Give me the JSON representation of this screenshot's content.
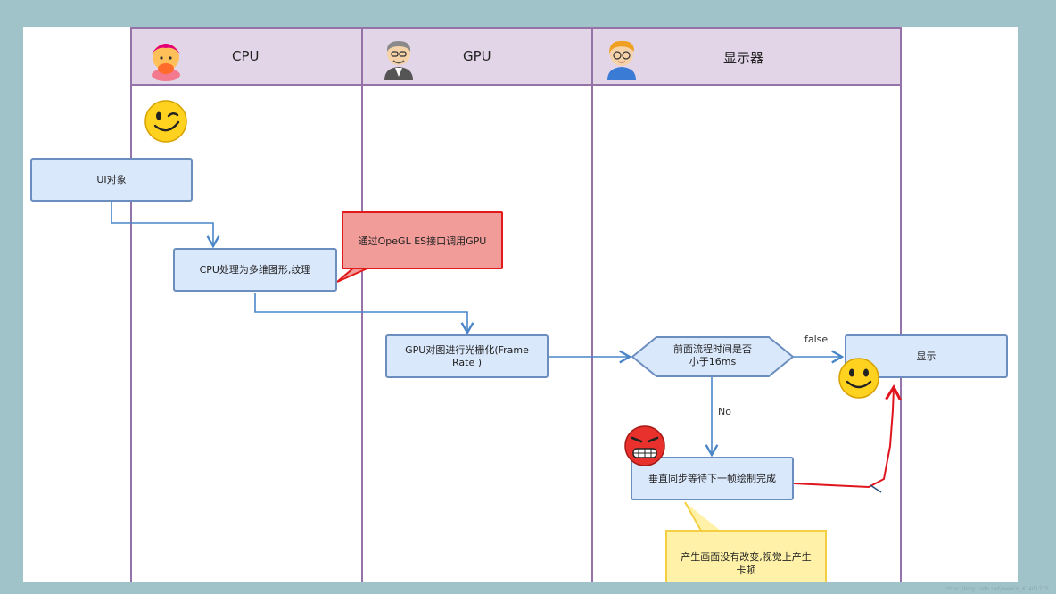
{
  "lanes": [
    {
      "title": "CPU"
    },
    {
      "title": "GPU"
    },
    {
      "title": "显示器"
    }
  ],
  "nodes": {
    "ui_object": "UI对象",
    "cpu_process": "CPU处理为多维图形,纹理",
    "gpu_callout": "通过OpeGL ES接口调用GPU",
    "gpu_raster": "GPU对图进行光栅化(Frame Rate )",
    "decision_line1": "前面流程时间是否",
    "decision_line2": "小于16ms",
    "display": "显示",
    "vsync_wait": "垂直同步等待下一帧绘制完成",
    "stutter_line1": "产生画面没有改变,视觉上产生",
    "stutter_line2": "卡顿"
  },
  "edge_labels": {
    "false_label": "false",
    "no_label": "No"
  },
  "colors": {
    "lane_header_fill": "#e1d5e7",
    "lane_border": "#9673a6",
    "box_fill": "#dae8fc",
    "box_border": "#6c8ebf",
    "red_callout_fill": "#f19c99",
    "red_callout_border": "#e11b1b",
    "yellow_callout_fill": "#fff2a8",
    "yellow_callout_border": "#f5cf43",
    "connector": "#4a86c8",
    "red_connector": "#e0141c"
  },
  "icons": {
    "cpu_avatar": "girl-avatar-icon",
    "gpu_avatar": "old-man-avatar-icon",
    "display_avatar": "boy-with-glasses-avatar-icon",
    "wink": "winking-face-icon",
    "smile": "smiling-face-icon",
    "angry": "angry-face-icon"
  },
  "watermark": "https://blog.csdn.net/weixin_41401775"
}
